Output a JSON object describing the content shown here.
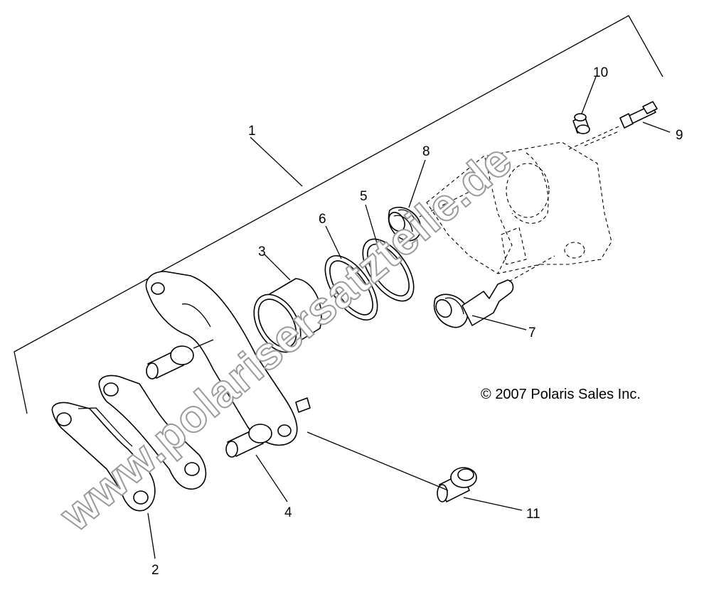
{
  "callouts": {
    "c1": "1",
    "c2": "2",
    "c3": "3",
    "c4": "4",
    "c5": "5",
    "c6": "6",
    "c7": "7",
    "c8": "8",
    "c9": "9",
    "c10": "10",
    "c11": "11"
  },
  "copyright": "2007 Polaris Sales Inc.",
  "copyright_symbol": "©",
  "watermark": "www.polarisersatzteile.de"
}
